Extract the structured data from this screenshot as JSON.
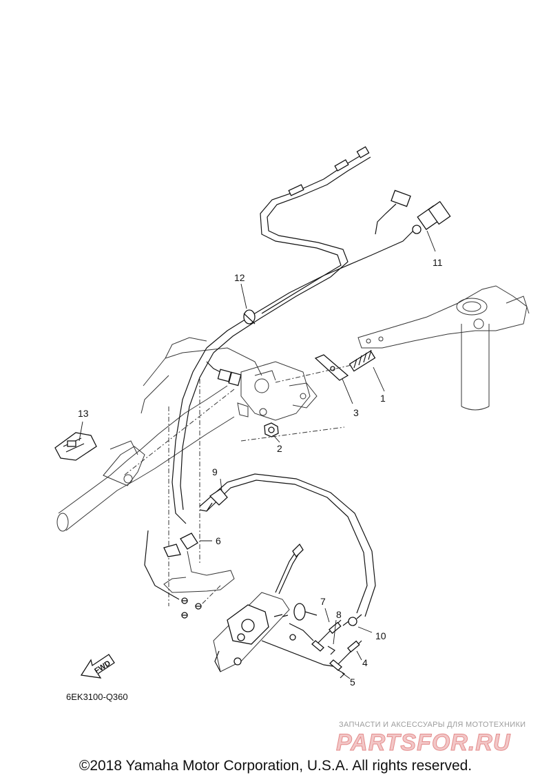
{
  "callouts": {
    "c1": "1",
    "c2": "2",
    "c3": "3",
    "c4": "4",
    "c5": "5",
    "c6": "6",
    "c7": "7",
    "c8": "8",
    "c9": "9",
    "c10": "10",
    "c11": "11",
    "c12": "12",
    "c13": "13"
  },
  "drawing_code": "6EK3100-Q360",
  "fwd_label": "FWD",
  "watermark": {
    "tagline": "ЗАПЧАСТИ И АКСЕССУАРЫ ДЛЯ МОТОТЕХНИКИ",
    "logo": "PARTSFOR.RU"
  },
  "copyright": "©2018 Yamaha Motor Corporation, U.S.A. All rights reserved.",
  "colors": {
    "line": "#111111",
    "watermark_red": "#e48b8b",
    "watermark_grey": "#9c9c9c"
  }
}
